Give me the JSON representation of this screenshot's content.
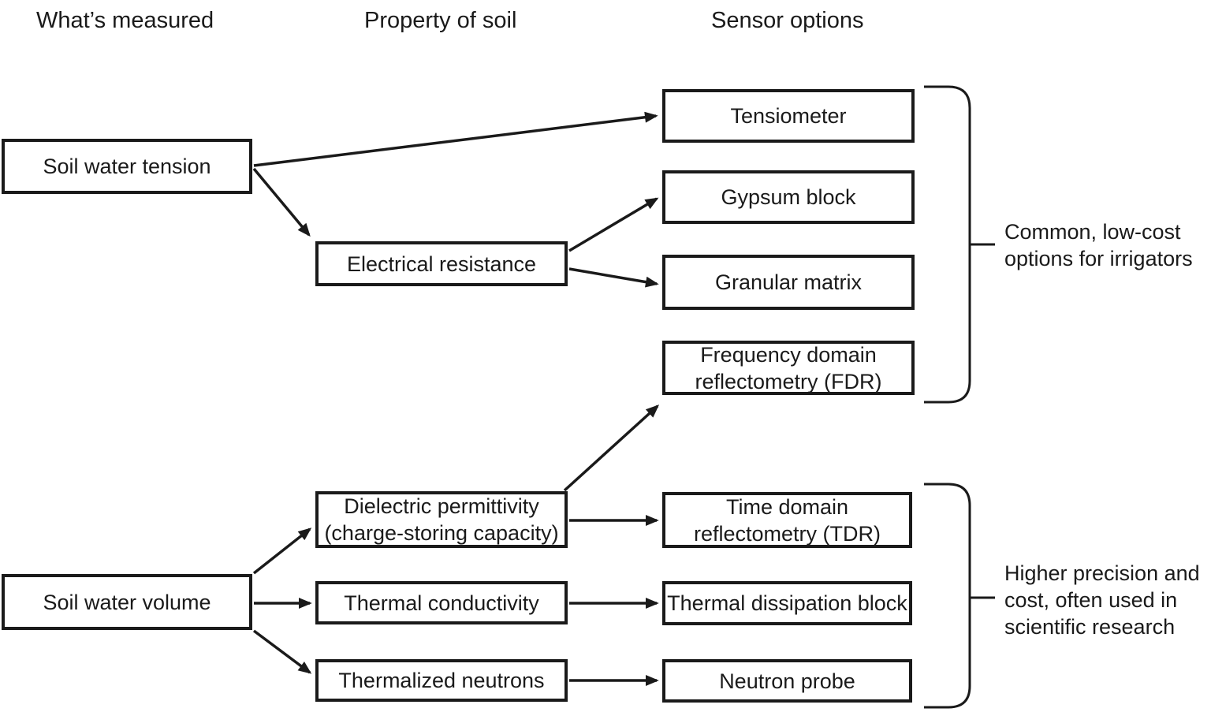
{
  "headers": {
    "measured": "What’s measured",
    "property": "Property of soil",
    "sensors": "Sensor options"
  },
  "nodes": {
    "soil-water-tension": {
      "lines": [
        "Soil water tension"
      ]
    },
    "soil-water-volume": {
      "lines": [
        "Soil water volume"
      ]
    },
    "electrical-resistance": {
      "lines": [
        "Electrical resistance"
      ]
    },
    "dielectric-permittivity": {
      "lines": [
        "Dielectric permittivity",
        "(charge-storing capacity)"
      ]
    },
    "thermal-conductivity": {
      "lines": [
        "Thermal conductivity"
      ]
    },
    "thermalized-neutrons": {
      "lines": [
        "Thermalized neutrons"
      ]
    },
    "tensiometer": {
      "lines": [
        "Tensiometer"
      ]
    },
    "gypsum-block": {
      "lines": [
        "Gypsum block"
      ]
    },
    "granular-matrix": {
      "lines": [
        "Granular matrix"
      ]
    },
    "fdr": {
      "lines": [
        "Frequency domain",
        "reflectometry (FDR)"
      ]
    },
    "tdr": {
      "lines": [
        "Time domain",
        "reflectometry (TDR)"
      ]
    },
    "thermal-dissipation-block": {
      "lines": [
        "Thermal dissipation block"
      ]
    },
    "neutron-probe": {
      "lines": [
        "Neutron probe"
      ]
    }
  },
  "annotations": {
    "common": {
      "lines": [
        "Common, low-cost",
        "options for irrigators"
      ]
    },
    "higher": {
      "lines": [
        "Higher precision and",
        "cost, often used in",
        "scientific research"
      ]
    }
  },
  "connections": [
    {
      "from": "Soil water tension",
      "to": "Tensiometer"
    },
    {
      "from": "Soil water tension",
      "to": "Electrical resistance"
    },
    {
      "from": "Electrical resistance",
      "to": "Gypsum block"
    },
    {
      "from": "Electrical resistance",
      "to": "Granular matrix"
    },
    {
      "from": "Soil water volume",
      "to": "Dielectric permittivity (charge-storing capacity)"
    },
    {
      "from": "Soil water volume",
      "to": "Thermal conductivity"
    },
    {
      "from": "Soil water volume",
      "to": "Thermalized neutrons"
    },
    {
      "from": "Dielectric permittivity (charge-storing capacity)",
      "to": "Frequency domain reflectometry (FDR)"
    },
    {
      "from": "Dielectric permittivity (charge-storing capacity)",
      "to": "Time domain reflectometry (TDR)"
    },
    {
      "from": "Thermal conductivity",
      "to": "Thermal dissipation block"
    },
    {
      "from": "Thermalized neutrons",
      "to": "Neutron probe"
    }
  ],
  "colors": {
    "line": "#1a1a1a",
    "background": "#ffffff"
  }
}
